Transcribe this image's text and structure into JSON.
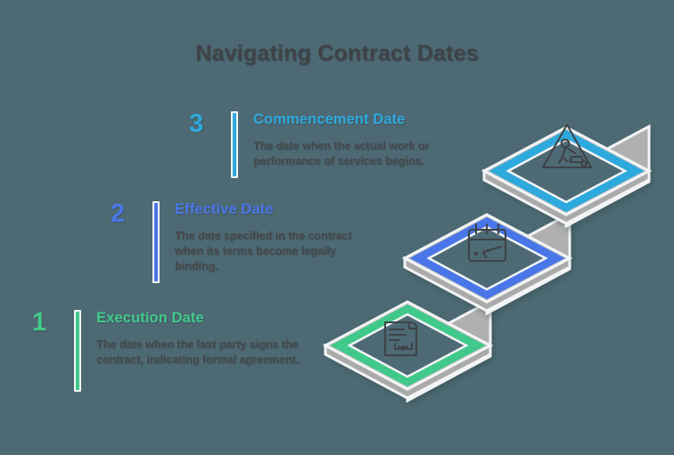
{
  "header": {
    "title": "Navigating Contract Dates"
  },
  "colors": {
    "background": "#4d6a74",
    "title": "#3f4347",
    "body_text": "#45484b",
    "step1_accent": "#41c98b",
    "step2_accent": "#4a76e8",
    "step3_accent": "#2fa9dd",
    "step_top_face": "#bdbdbd",
    "step_side_face": "#b3b3b3",
    "step_outline": "#f2f4f5",
    "icon_stroke": "#3f4347"
  },
  "steps": [
    {
      "number": "1",
      "title": "Execution Date",
      "description": "The date when the last party signs the contract, indicating formal agreement.",
      "accent": "#41c98b",
      "icon": "contract-handshake-icon"
    },
    {
      "number": "2",
      "title": "Effective Date",
      "description": "The date specified in the contract when its terms become legally binding.",
      "accent": "#4a76e8",
      "icon": "calendar-arrow-icon"
    },
    {
      "number": "3",
      "title": "Commencement Date",
      "description": "The date when the actual work or performance of services begins.",
      "accent": "#2fa9dd",
      "icon": "work-in-progress-sign-icon"
    }
  ]
}
